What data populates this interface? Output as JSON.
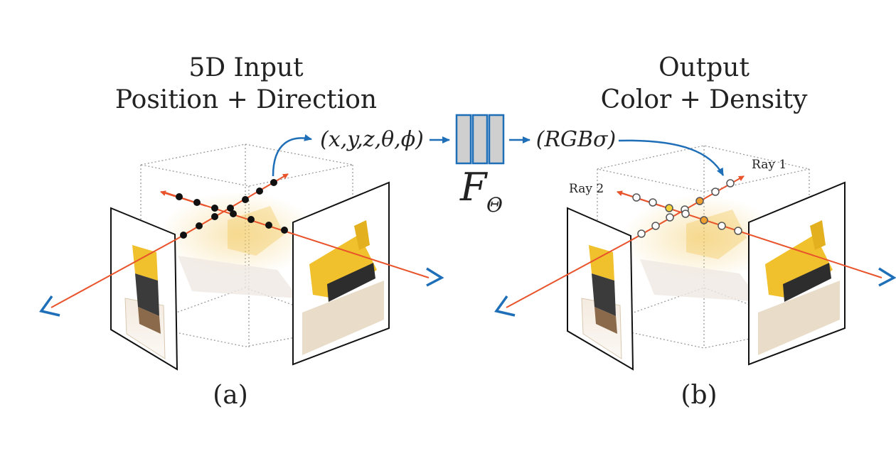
{
  "left": {
    "title_line1": "5D Input",
    "title_line2": "Position + Direction",
    "panel_label": "(a)"
  },
  "right": {
    "title_line1": "Output",
    "title_line2": "Color + Density",
    "panel_label": "(b)",
    "ray1_label": "Ray 1",
    "ray2_label": "Ray 2"
  },
  "network": {
    "input_text": "(x,y,z,θ,ϕ)",
    "output_text": "(RGBσ)",
    "symbol": "F",
    "subscript": "Θ"
  },
  "colors": {
    "ray": "#e8532b",
    "arrow_blue": "#1f6fb8",
    "network_fill": "#cfcfcf",
    "network_border": "#1f6fb8",
    "sample_dot": "#111111",
    "sample_yellow": "#f3d23a",
    "sample_orange": "#f0a030"
  },
  "icons": {
    "camera_arrowhead": "open-chevron-arrow-icon",
    "network": "neural-network-layers-icon"
  }
}
